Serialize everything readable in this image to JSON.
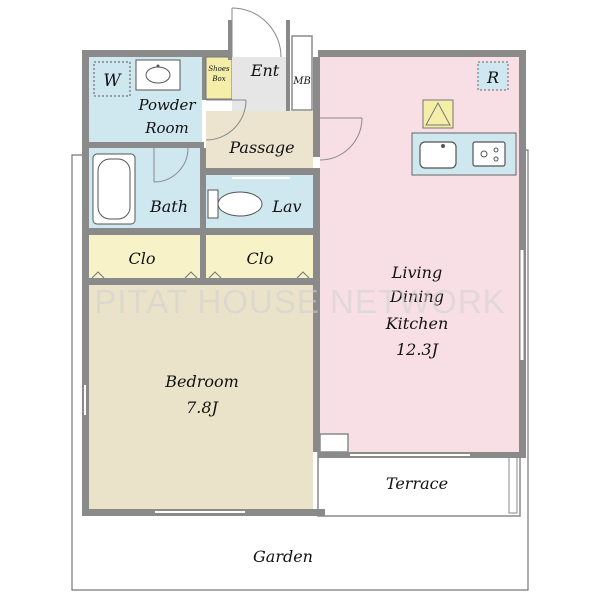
{
  "rooms": {
    "powder_room": {
      "line1": "Powder",
      "line2": "Room"
    },
    "washer": "W",
    "shoes_box": {
      "line1": "Shoes",
      "line2": "Box"
    },
    "entrance": "Ent",
    "meter_box": "MB",
    "refrigerator": "R",
    "passage": "Passage",
    "bath": "Bath",
    "lavatory": "Lav",
    "closet_left": "Clo",
    "closet_right": "Clo",
    "ldk": {
      "line1": "Living",
      "line2": "Dining",
      "line3": "Kitchen",
      "size": "12.3J"
    },
    "bedroom": {
      "line1": "Bedroom",
      "size": "7.8J"
    },
    "terrace": "Terrace",
    "garden": "Garden"
  },
  "watermark": "PITAT HOUSE NETWORK",
  "colors": {
    "wall": "#8a8a8a",
    "wet_area": "#cfe8f0",
    "passage": "#ece4cf",
    "closet": "#f7f2c8",
    "ldk": "#f8dfe5",
    "bedroom": "#ebe3c9",
    "entrance": "#e6e6e6",
    "shoes_box": "#f5eea8"
  }
}
